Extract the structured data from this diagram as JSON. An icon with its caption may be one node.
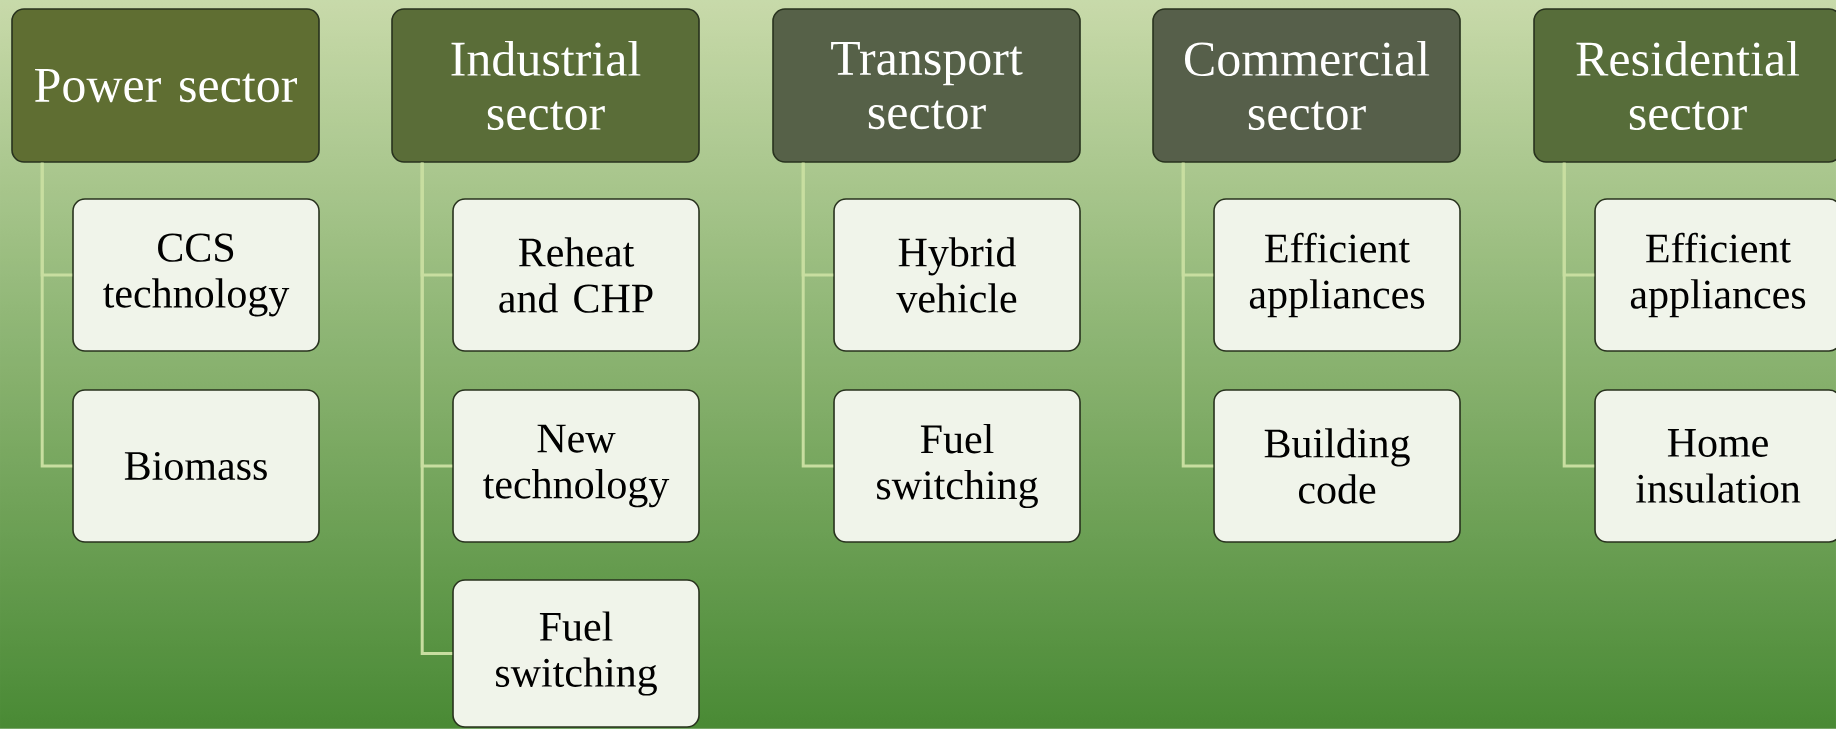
{
  "diagram": {
    "nodes": [
      {
        "text": [
          "Power sector"
        ]
      },
      {
        "text": [
          "CCS technology"
        ]
      },
      {
        "text": [
          "Biomass"
        ]
      },
      {
        "text": [
          "Industrial sector"
        ]
      },
      {
        "text": [
          "Reheat and CHP"
        ]
      },
      {
        "text": [
          "New technology"
        ]
      },
      {
        "text": [
          "Fuel switching"
        ]
      },
      {
        "text": [
          "Transport sector"
        ]
      },
      {
        "text": [
          "Hybrid vehicle"
        ]
      },
      {
        "text": [
          "Fuel switching"
        ]
      },
      {
        "text": [
          "Commercial sector"
        ]
      },
      {
        "text": [
          "Efficient appliances"
        ]
      },
      {
        "text": [
          "Building code"
        ]
      },
      {
        "text": [
          "Residential sector"
        ]
      },
      {
        "text": [
          "Efficient appliances"
        ]
      },
      {
        "text": [
          "Home insulation"
        ]
      }
    ],
    "edges": [
      {
        "from": 0,
        "to": 1,
        "arrow": "none"
      },
      {
        "from": 0,
        "to": 2,
        "arrow": "none"
      },
      {
        "from": 3,
        "to": 4,
        "arrow": "none"
      },
      {
        "from": 3,
        "to": 5,
        "arrow": "none"
      },
      {
        "from": 3,
        "to": 6,
        "arrow": "none"
      },
      {
        "from": 7,
        "to": 8,
        "arrow": "none"
      },
      {
        "from": 7,
        "to": 9,
        "arrow": "none"
      },
      {
        "from": 10,
        "to": 11,
        "arrow": "none"
      },
      {
        "from": 10,
        "to": 12,
        "arrow": "none"
      },
      {
        "from": 13,
        "to": 14,
        "arrow": "none"
      },
      {
        "from": 13,
        "to": 15,
        "arrow": "none"
      }
    ]
  }
}
